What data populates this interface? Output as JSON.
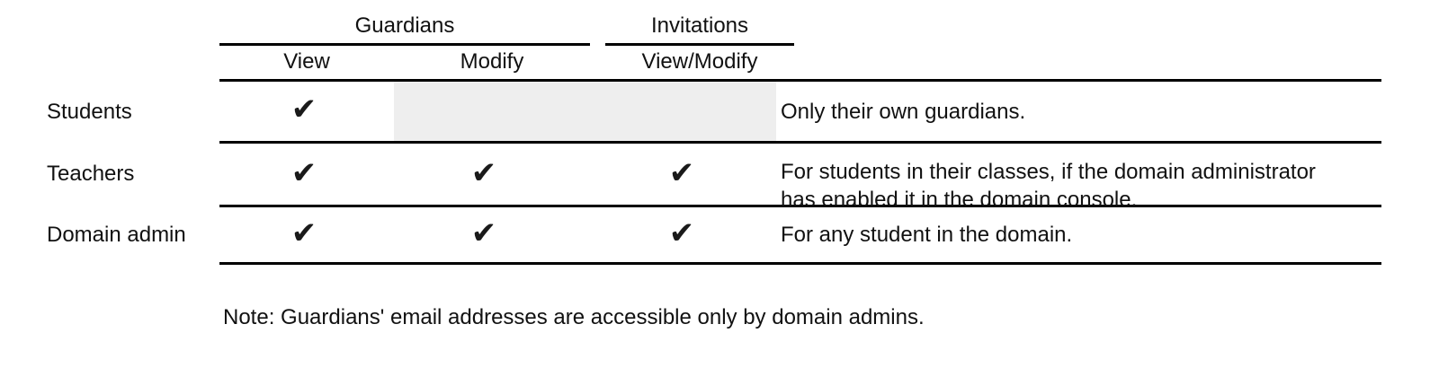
{
  "table": {
    "group_headers": [
      {
        "label": "Guardians"
      },
      {
        "label": "Invitations"
      }
    ],
    "column_headers": [
      {
        "label": "View"
      },
      {
        "label": "Modify"
      },
      {
        "label": "View/Modify"
      }
    ],
    "rows": [
      {
        "label": "Students",
        "view": "✔",
        "modify": "",
        "view_modify": "",
        "description_lines": [
          "Only their own guardians."
        ]
      },
      {
        "label": "Teachers",
        "view": "✔",
        "modify": "✔",
        "view_modify": "✔",
        "description_lines": [
          "For students in their classes, if the domain administrator",
          "has enabled it in the domain console."
        ]
      },
      {
        "label": "Domain admin",
        "view": "✔",
        "modify": "✔",
        "view_modify": "✔",
        "description_lines": [
          "For any student in the domain."
        ]
      }
    ]
  },
  "note": {
    "text": "Note: Guardians' email addresses are accessible only by domain admins."
  },
  "colors": {
    "rule": "#000000",
    "text": "#111111",
    "shaded_cell": "#eeeeee",
    "background": "#ffffff"
  }
}
